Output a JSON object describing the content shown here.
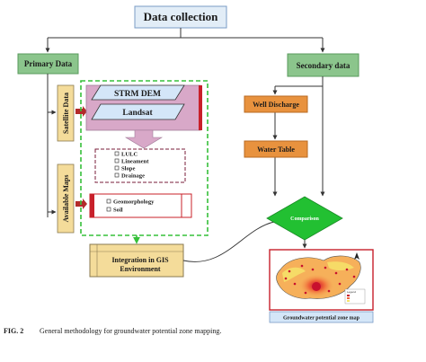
{
  "title": "Data collection",
  "primary": {
    "label": "Primary Data",
    "satellite_label": "Satellite Data",
    "maps_label": "Available Maps",
    "dem_label": "STRM DEM",
    "landsat_label": "Landsat",
    "derived_items": [
      "LULC",
      "Lineament",
      "Slope",
      "Drainage"
    ],
    "map_items": [
      "Geomorphology",
      "Soil"
    ],
    "gis_label_1": "Integration in GIS",
    "gis_label_2": "Environment"
  },
  "secondary": {
    "label": "Secondary data",
    "well_label": "Well Discharge",
    "water_label": "Water Table",
    "comparison_label": "Comparison",
    "map_caption": "Groundwater potential zone map",
    "map_legend_title": "Legend"
  },
  "caption": {
    "fig": "FIG. 2",
    "text": "General methodology for groundwater potential zone mapping."
  },
  "colors": {
    "title_fill": "#e2edf7",
    "title_border": "#7a9cc6",
    "green_fill": "#8bc58c",
    "green_border": "#5a9a5c",
    "green_dash": "#36c03a",
    "orange_fill": "#e8923e",
    "orange_border": "#b86a22",
    "tan_fill": "#f4dc9a",
    "tan_border": "#8a7a50",
    "pink_fill": "#d8a8c8",
    "pink_border": "#a07a98",
    "blue_fill": "#d4e6f8",
    "comparison_fill": "#22c032",
    "red_accent": "#c8202a",
    "arrow_red": "#b32a2a",
    "line": "#333333"
  },
  "icons": {
    "checkbox": "checkbox-icon",
    "arrow": "arrow-right-icon",
    "north": "north-arrow-icon"
  }
}
